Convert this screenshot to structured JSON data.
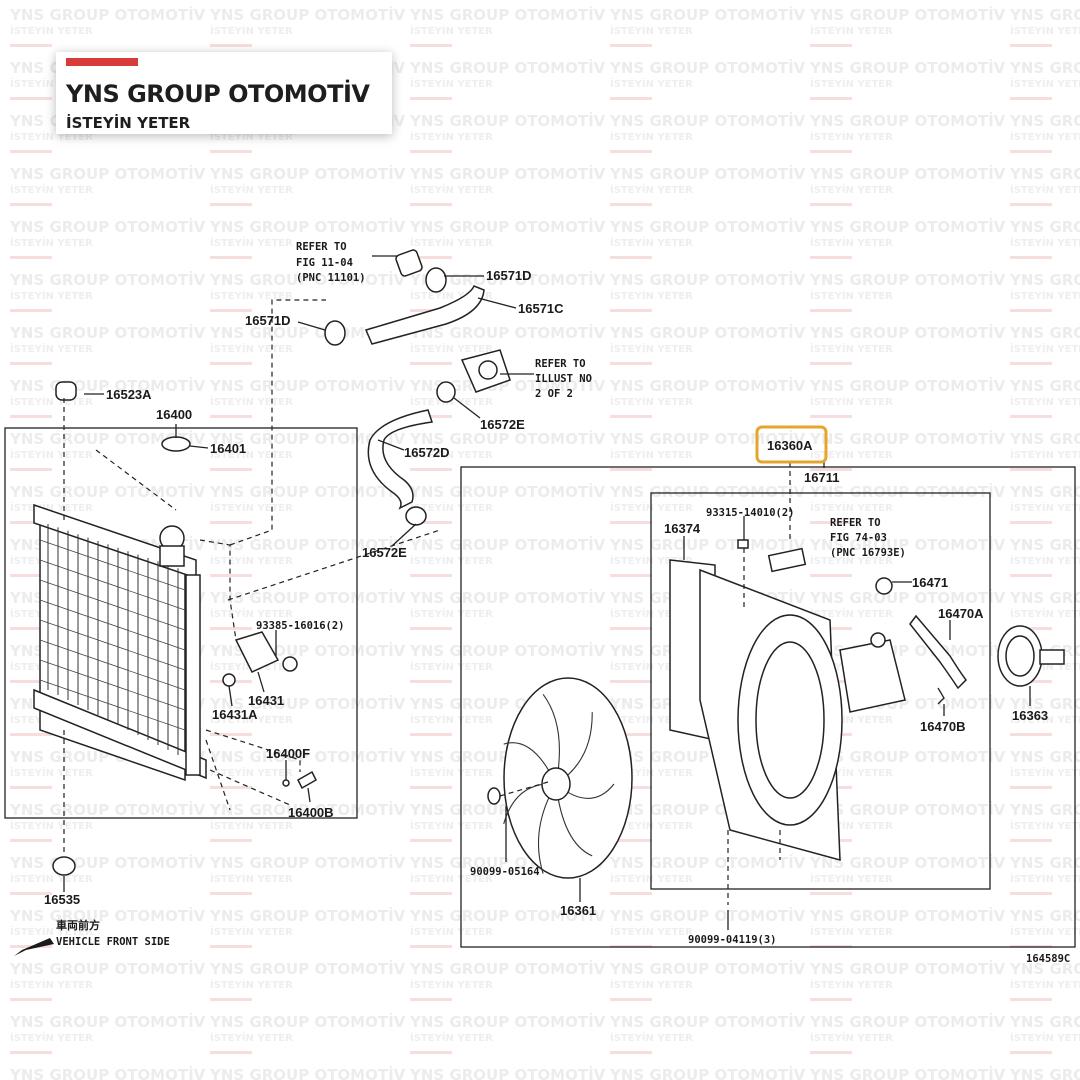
{
  "brand": {
    "title": "YNS GROUP OTOMOTİV",
    "subtitle": "İSTEYİN YETER",
    "accent_color": "#d93a3a"
  },
  "watermark": {
    "title": "YNS GROUP OTOMOTİV",
    "subtitle": "İSTEYİN YETER"
  },
  "highlight_color": "#e5a52b",
  "parts": {
    "p16571d_top": "16571D",
    "p16571c": "16571C",
    "p16571d_left": "16571D",
    "p16523a": "16523A",
    "p16400": "16400",
    "p16401": "16401",
    "p16572d": "16572D",
    "p16572e_top": "16572E",
    "p16572e_bot": "16572E",
    "p93385": "93385-16016(2)",
    "p16431": "16431",
    "p16431a": "16431A",
    "p16400f": "16400F",
    "p16400b": "16400B",
    "p16535": "16535",
    "p16360a": "16360A",
    "p16711": "16711",
    "p93315": "93315-14010(2)",
    "p16374": "16374",
    "p16471": "16471",
    "p16470a": "16470A",
    "p16363": "16363",
    "p16470b": "16470B",
    "p90099_05164": "90099-05164",
    "p16361": "16361",
    "p90099_04119": "90099-04119(3)",
    "fig_code": "164589C"
  },
  "refs": {
    "ref1": [
      "REFER TO",
      "FIG 11-04",
      "(PNC 11101)"
    ],
    "ref2": [
      "REFER TO",
      "ILLUST NO",
      "2 OF 2"
    ],
    "ref3": [
      "REFER TO",
      "FIG 74-03",
      "(PNC 16793E)"
    ]
  },
  "front": {
    "cjk": "車両前方",
    "label": "VEHICLE FRONT SIDE"
  }
}
